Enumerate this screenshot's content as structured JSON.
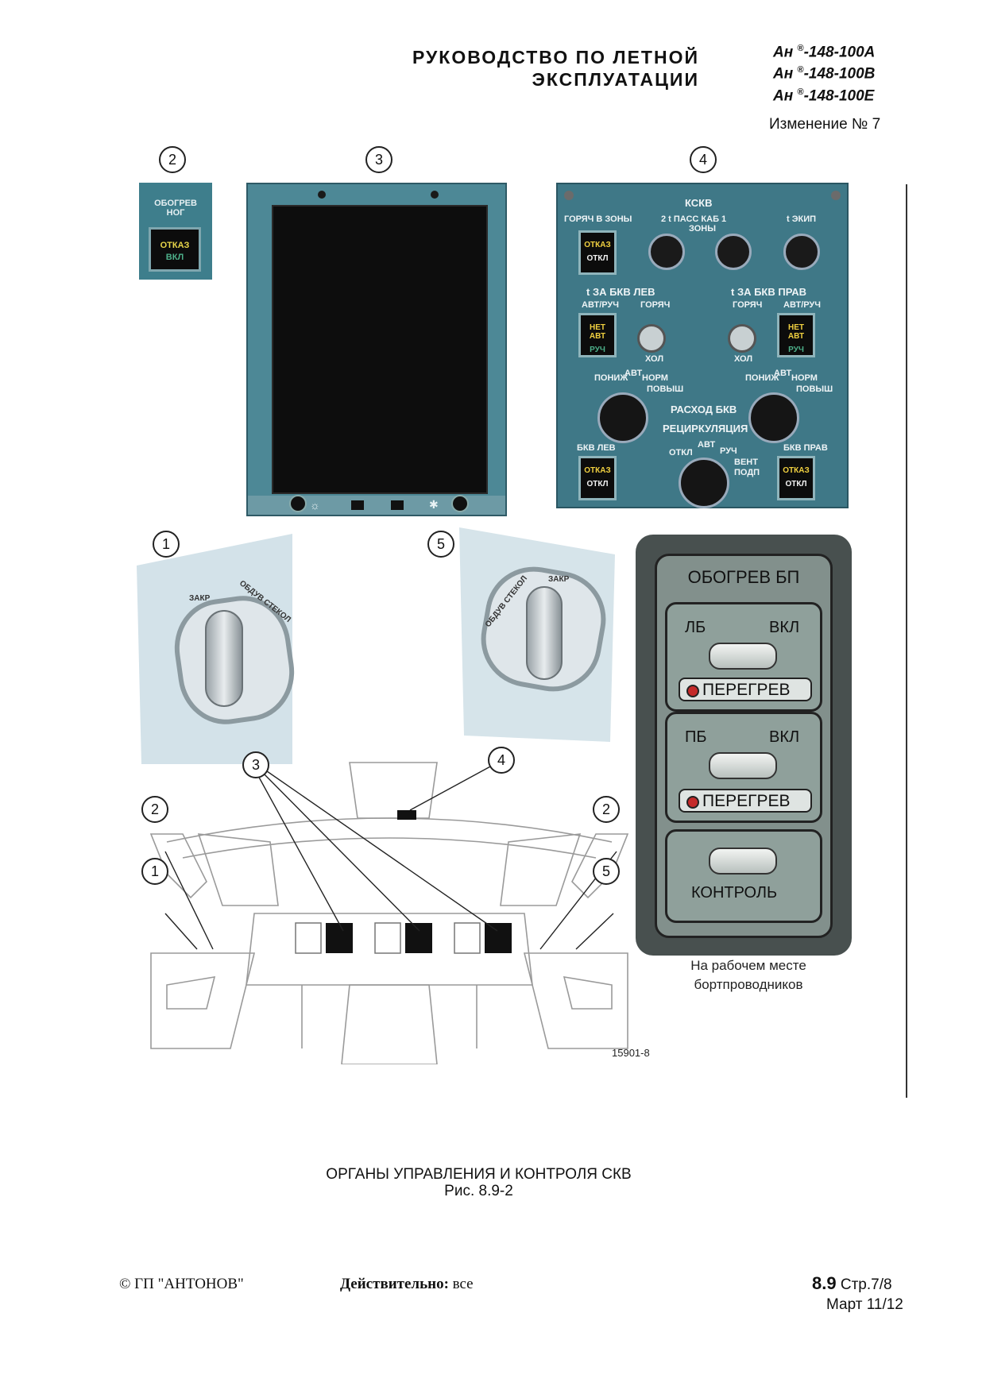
{
  "header": {
    "title_line1": "РУКОВОДСТВО ПО ЛЕТНОЙ",
    "title_line2": "ЭКСПЛУАТАЦИИ",
    "models": [
      "Ан ®-148-100А",
      "Ан ®-148-100В",
      "Ан ®-148-100Е"
    ],
    "model_prefix": "Ан",
    "model_reg": "®",
    "model_suffixes": [
      "-148-100А",
      "-148-100В",
      "-148-100Е"
    ],
    "change": "Изменение № 7"
  },
  "callouts": {
    "c1": "1",
    "c2": "2",
    "c3": "3",
    "c4": "4",
    "c5": "5"
  },
  "panel_nose_heat": {
    "label_line1": "ОБОГРЕВ",
    "label_line2": "НОГ",
    "switch_top": "ОТКАЗ",
    "switch_bottom": "ВКЛ"
  },
  "panel_kskv": {
    "title": "КСКВ",
    "hot_zones": "ГОРЯЧ В ЗОНЫ",
    "pass_cabin": "2  t ПАСС КАБ  1",
    "zones": "ЗОНЫ",
    "crew": "t ЭКИП",
    "sw_fail": "ОТКАЗ",
    "sw_off": "ОТКЛ",
    "left_title": "t ЗА БКВ ЛЕВ",
    "right_title": "t ЗА БКВ ПРАВ",
    "auto_manual": "АВТ/РУЧ",
    "hot": "ГОРЯЧ",
    "cold": "ХОЛ",
    "no_auto": "НЕТ АВТ",
    "manual": "РУЧ",
    "lower": "ПОНИЖ",
    "auto": "АВТ",
    "norm": "НОРМ",
    "raise": "ПОВЫШ",
    "flow": "РАСХОД БКВ",
    "recirc": "РЕЦИРКУЛЯЦИЯ",
    "bkv_left": "БКВ ЛЕВ",
    "bkv_right": "БКВ ПРАВ",
    "off": "ОТКЛ",
    "vent": "ВЕНТ",
    "boost": "ПОДП"
  },
  "valve_1": {
    "closed": "ЗАКР",
    "blow": "ОБДУВ СТЕКОЛ"
  },
  "valve_5": {
    "closed": "ЗАКР",
    "blow": "ОБДУВ СТЕКОЛ"
  },
  "panel_heat_bp": {
    "title": "ОБОГРЕВ БП",
    "lb": "ЛБ",
    "pb": "ПБ",
    "on": "ВКЛ",
    "overheat": "ПЕРЕГРЕВ",
    "control": "КОНТРОЛЬ",
    "caption_line1": "На рабочем месте",
    "caption_line2": "бортпроводников"
  },
  "figure_number": "15901-8",
  "caption": {
    "line1": "ОРГАНЫ УПРАВЛЕНИЯ И  КОНТРОЛЯ СКВ",
    "line2": "Рис. 8.9-2"
  },
  "footer": {
    "copyright": "© ГП \"АНТОНОВ\"",
    "valid_label": "Действительно:",
    "valid_value": " все",
    "section": "8.9",
    "page": " Стр.7/8",
    "date": "Март 11/12"
  }
}
